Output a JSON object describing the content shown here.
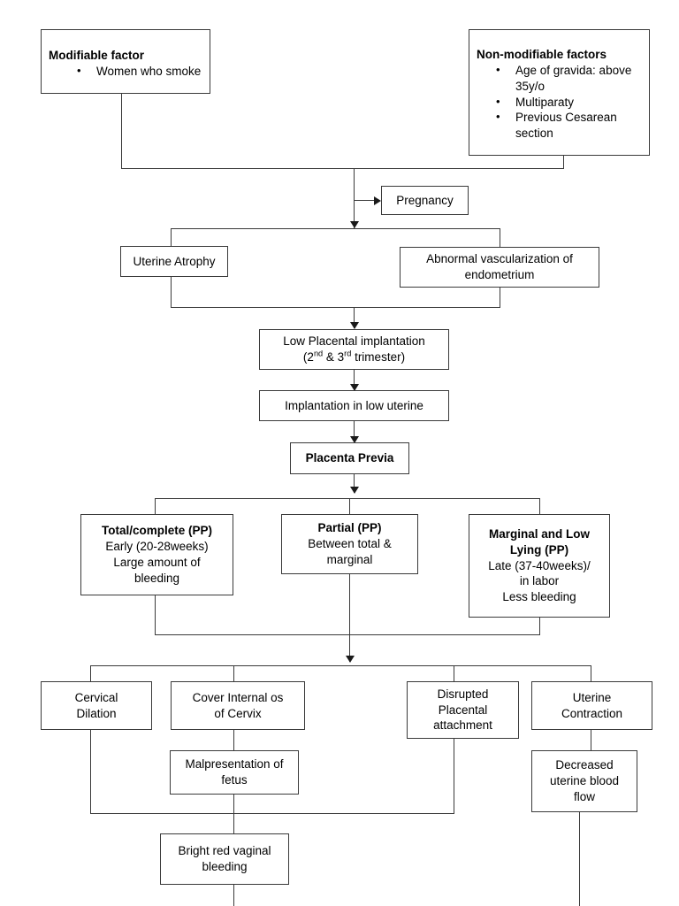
{
  "diagram": {
    "title": "Placenta Previa Pathophysiology Flowchart",
    "type": "flowchart",
    "line_color": "#3a3a3a",
    "background": "#ffffff",
    "text_color": "#000000"
  },
  "nodes": {
    "modifiable": {
      "header": "Modifiable factor",
      "bullets": [
        "Women who smoke"
      ]
    },
    "non_modifiable": {
      "header": "Non-modifiable factors",
      "bullets": [
        "Age of gravida: above 35y/o",
        "Multiparaty",
        "Previous Cesarean section"
      ]
    },
    "pregnancy": {
      "label": "Pregnancy"
    },
    "uterine_atrophy": {
      "label": "Uterine Atrophy"
    },
    "abnormal_vascularization": {
      "line1": "Abnormal vascularization of",
      "line2": "endometrium"
    },
    "low_placental": {
      "line1": "Low Placental implantation",
      "line2_pre": "(2",
      "line2_sup1": "nd",
      "line2_mid": " & 3",
      "line2_sup2": "rd",
      "line2_post": " trimester)"
    },
    "implantation_low": {
      "label": "Implantation in low uterine"
    },
    "placenta_previa": {
      "label": "Placenta Previa"
    },
    "total_pp": {
      "title": "Total/complete (PP)",
      "lines": [
        "Early (20-28weeks)",
        "Large amount of",
        "bleeding"
      ]
    },
    "partial_pp": {
      "title": "Partial (PP)",
      "lines": [
        "Between total &",
        "marginal"
      ]
    },
    "marginal_pp": {
      "title_line1": "Marginal and Low",
      "title_line2": "Lying (PP)",
      "lines": [
        "Late (37-40weeks)/",
        "in labor",
        "Less bleeding"
      ]
    },
    "cervical_dilation": {
      "lines": [
        "Cervical",
        "Dilation"
      ]
    },
    "cover_internal_os": {
      "lines": [
        "Cover Internal os",
        "of Cervix"
      ]
    },
    "disrupted_placental": {
      "lines": [
        "Disrupted",
        "Placental",
        "attachment"
      ]
    },
    "uterine_contraction": {
      "lines": [
        "Uterine",
        "Contraction"
      ]
    },
    "malpresentation": {
      "lines": [
        "Malpresentation of",
        "fetus"
      ]
    },
    "decreased_blood_flow": {
      "lines": [
        "Decreased",
        "uterine blood",
        "flow"
      ]
    },
    "bright_red_bleeding": {
      "lines": [
        "Bright red vaginal",
        "bleeding"
      ]
    }
  }
}
